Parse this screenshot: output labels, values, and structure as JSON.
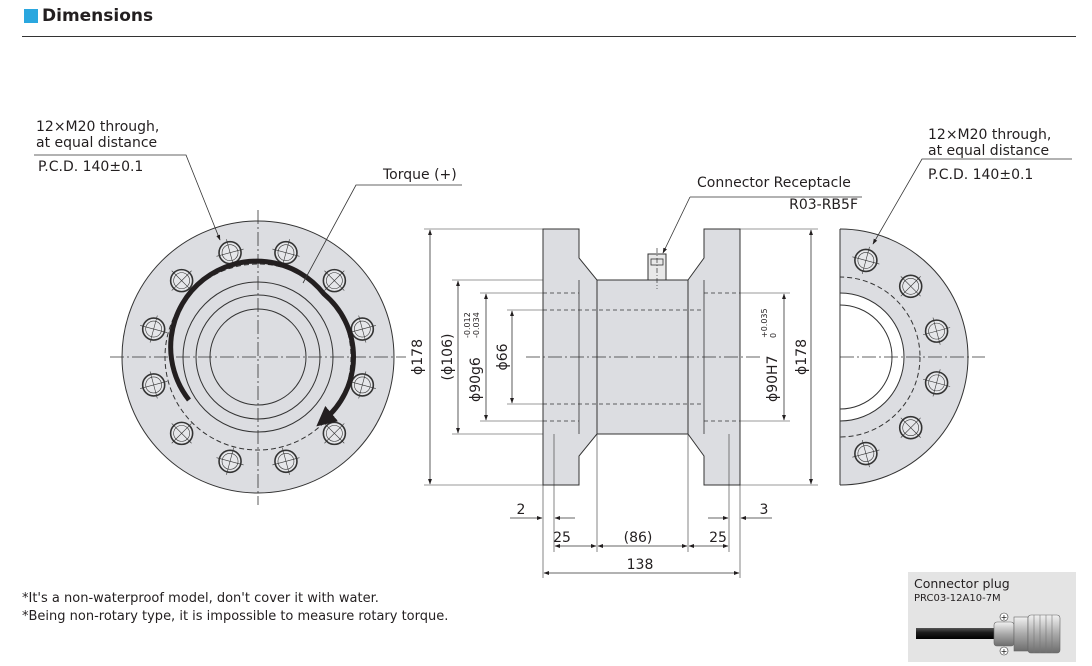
{
  "header": {
    "title": "Dimensions",
    "accent_color": "#2aa7df"
  },
  "left_view": {
    "hole_note_1": "12×M20 through,",
    "hole_note_2": "at equal distance",
    "pcd": "P.C.D. 140±0.1",
    "torque_label": "Torque (+)"
  },
  "right_view": {
    "hole_note_1": "12×M20 through,",
    "hole_note_2": "at equal distance",
    "pcd": "P.C.D. 140±0.1"
  },
  "side_view": {
    "connector_label": "Connector Receptacle",
    "connector_code": "R03-RB5F",
    "dia_flange_left": "ϕ178",
    "dia_106": "(ϕ106)",
    "dia_90g6": "ϕ90g6",
    "tol_90g6_upper": "-0.012",
    "tol_90g6_lower": "-0.034",
    "dia_66": "ϕ66",
    "dia_90H7": "ϕ90H7",
    "tol_90H7_upper": "+0.035",
    "tol_90H7_lower": "0",
    "dia_flange_right": "ϕ178",
    "dim_2": "2",
    "dim_3": "3",
    "dim_25_left": "25",
    "dim_86": "(86)",
    "dim_25_right": "25",
    "dim_138": "138"
  },
  "notes": [
    "*It's a non-waterproof model, don't cover it with water.",
    "*Being non-rotary type, it is impossible to measure rotary torque."
  ],
  "connector_plug": {
    "title": "Connector plug",
    "code": "PRC03-12A10-7M"
  }
}
